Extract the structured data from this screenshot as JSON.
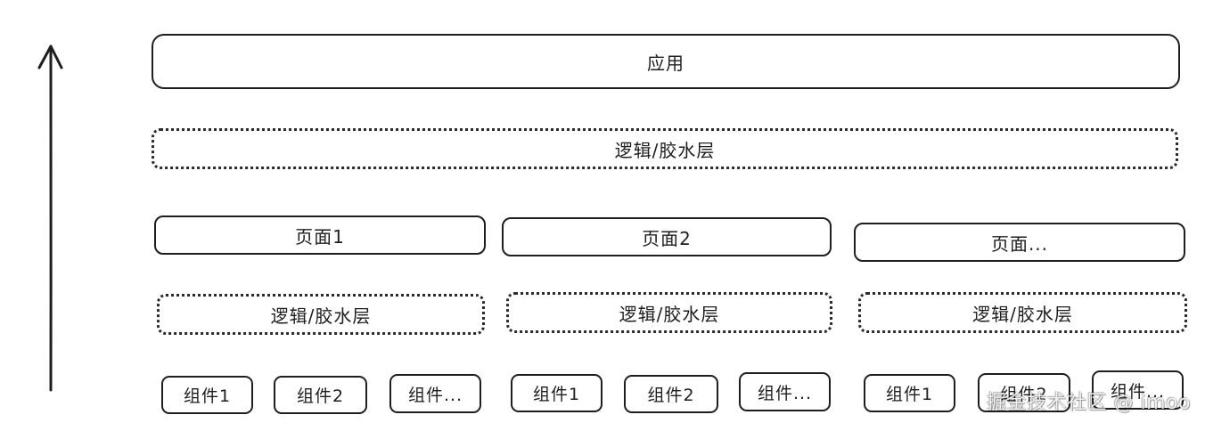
{
  "app": {
    "label": "应用"
  },
  "glue": {
    "label": "逻辑/胶水层"
  },
  "pages": [
    {
      "label": "页面1",
      "glue": "逻辑/胶水层",
      "components": [
        "组件1",
        "组件2",
        "组件..."
      ]
    },
    {
      "label": "页面2",
      "glue": "逻辑/胶水层",
      "components": [
        "组件1",
        "组件2",
        "组件..."
      ]
    },
    {
      "label": "页面...",
      "glue": "逻辑/胶水层",
      "components": [
        "组件1",
        "组件2",
        "组件..."
      ]
    }
  ],
  "watermark": "掘金技术社区 @ imoo",
  "colors": {
    "stroke": "#1e1e1e",
    "background": "#ffffff"
  }
}
